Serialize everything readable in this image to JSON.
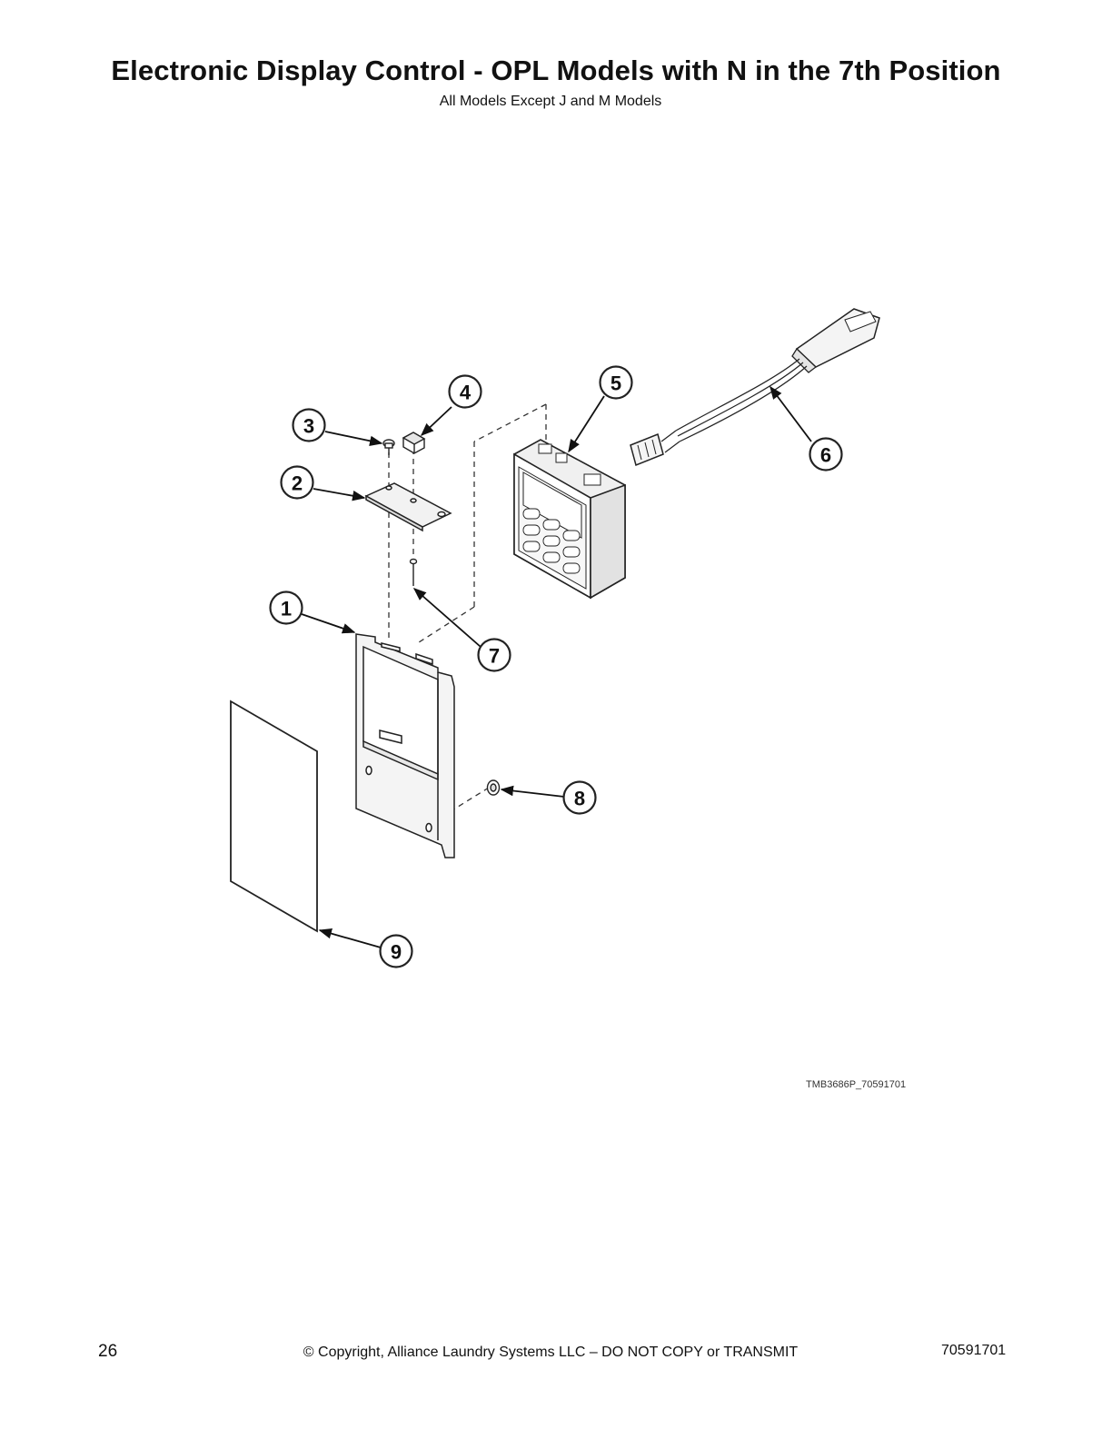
{
  "title": "Electronic Display Control - OPL Models with N in the 7th Position",
  "subtitle": "All Models Except J and M Models",
  "callouts": [
    "1",
    "2",
    "3",
    "4",
    "5",
    "6",
    "7",
    "8",
    "9"
  ],
  "figure_id": "TMB3686P_70591701",
  "footer": {
    "page_number": "26",
    "copyright": "© Copyright, Alliance Laundry Systems LLC – DO NOT COPY or TRANSMIT",
    "document_number": "70591701"
  }
}
